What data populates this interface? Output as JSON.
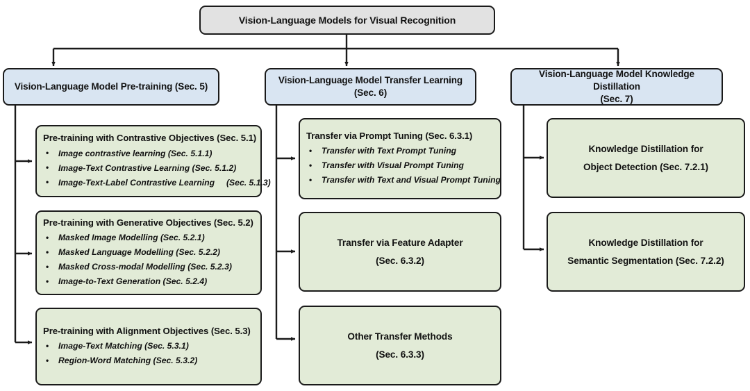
{
  "diagram": {
    "title": "Vision-Language Models for Visual Recognition",
    "colors": {
      "root_fill": "#e2e2e2",
      "branch_fill": "#d9e5f2",
      "leaf_fill": "#e2ebd7",
      "stroke": "#1a1a1a",
      "text": "#111111",
      "background": "#ffffff"
    },
    "root": {
      "label": "Vision-Language Models for Visual Recognition"
    },
    "branches": [
      {
        "label": "Vision-Language Model Pre-training (Sec. 5)"
      },
      {
        "label": "Vision-Language Model Transfer Learning\n(Sec. 6)"
      },
      {
        "label": "Vision-Language Model Knowledge Distillation\n(Sec. 7)"
      }
    ],
    "column_pretraining": {
      "leaves": [
        {
          "title": "Pre-training with Contrastive Objectives (Sec. 5.1)",
          "bullets": [
            "Image contrastive learning (Sec. 5.1.1)",
            "Image-Text Contrastive Learning (Sec. 5.1.2)",
            "Image-Text-Label Contrastive Learning     (Sec. 5.1.3)"
          ]
        },
        {
          "title": "Pre-training with Generative Objectives (Sec. 5.2)",
          "bullets": [
            "Masked Image Modelling (Sec. 5.2.1)",
            "Masked Language Modelling (Sec. 5.2.2)",
            "Masked Cross-modal Modelling (Sec. 5.2.3)",
            "Image-to-Text Generation (Sec. 5.2.4)"
          ]
        },
        {
          "title": "Pre-training with Alignment Objectives (Sec. 5.3)",
          "bullets": [
            "Image-Text Matching (Sec. 5.3.1)",
            "Region-Word Matching (Sec. 5.3.2)"
          ]
        }
      ]
    },
    "column_transfer": {
      "leaves": [
        {
          "title": "Transfer via Prompt Tuning  (Sec. 6.3.1)",
          "bullets": [
            "Transfer with Text Prompt Tuning",
            "Transfer with Visual Prompt Tuning",
            "Transfer with Text and Visual Prompt Tuning"
          ]
        },
        {
          "title": "Transfer via Feature Adapter\n(Sec. 6.3.2)",
          "bullets": []
        },
        {
          "title": "Other Transfer Methods\n(Sec. 6.3.3)",
          "bullets": []
        }
      ]
    },
    "column_distillation": {
      "leaves": [
        {
          "title": "Knowledge Distillation for\nObject Detection  (Sec. 7.2.1)",
          "bullets": []
        },
        {
          "title": "Knowledge Distillation for\nSemantic Segmentation  (Sec. 7.2.2)",
          "bullets": []
        }
      ]
    }
  }
}
